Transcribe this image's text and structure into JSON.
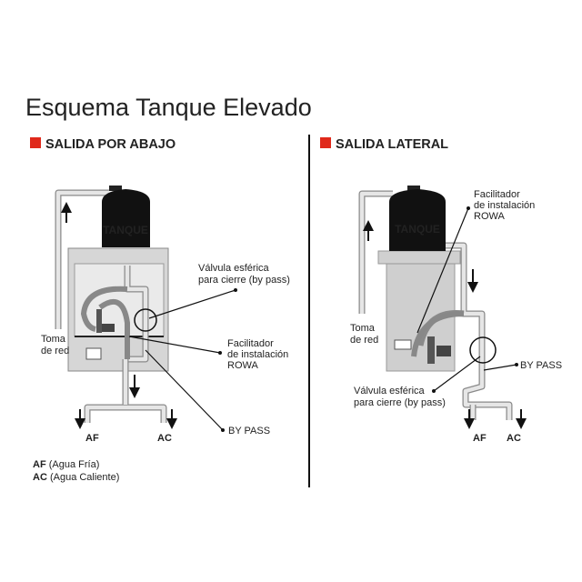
{
  "title": "Esquema Tanque Elevado",
  "accent_color": "#e0291b",
  "left": {
    "heading": "SALIDA POR ABAJO",
    "tank_label": "TANQUE",
    "toma_red": [
      "Toma",
      "de red"
    ],
    "valvula": [
      "Válvula esférica",
      "para cierre (by pass)"
    ],
    "facilitador": [
      "Facilitador",
      "de instalación",
      "ROWA"
    ],
    "bypass": "BY PASS",
    "af": "AF",
    "ac": "AC"
  },
  "right": {
    "heading": "SALIDA LATERAL",
    "tank_label": "TANQUE",
    "toma_red": [
      "Toma",
      "de red"
    ],
    "valvula": [
      "Válvula esférica",
      "para cierre (by pass)"
    ],
    "facilitador": [
      "Facilitador",
      "de instalación",
      "ROWA"
    ],
    "bypass": "BY PASS",
    "af": "AF",
    "ac": "AC"
  },
  "legend": [
    {
      "abbr": "AF",
      "desc": "(Agua Fría)"
    },
    {
      "abbr": "AC",
      "desc": "(Agua Caliente)"
    }
  ]
}
